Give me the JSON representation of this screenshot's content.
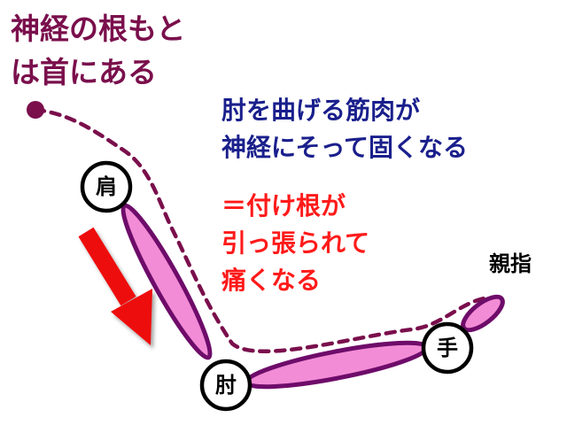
{
  "colors": {
    "nerve": "#7a0f4c",
    "description": "#1a1f8c",
    "note": "#ff1a1a",
    "muscle_fill": "#f28cd6",
    "muscle_stroke": "#6e0c6a",
    "arrow": "#ee1111",
    "joint_stroke": "#000000"
  },
  "labels": {
    "nerve_root": "神経の根もと\nは首にある",
    "description": "肘を曲げる筋肉が\n神経にそって固くなる",
    "note": "＝付け根が\n引っ張られて\n痛くなる",
    "thumb": "親指"
  },
  "joints": {
    "shoulder": "肩",
    "elbow": "肘",
    "hand": "手"
  },
  "icons": {
    "arrow": "down-arrow-icon",
    "nerve_start": "dot-icon"
  }
}
